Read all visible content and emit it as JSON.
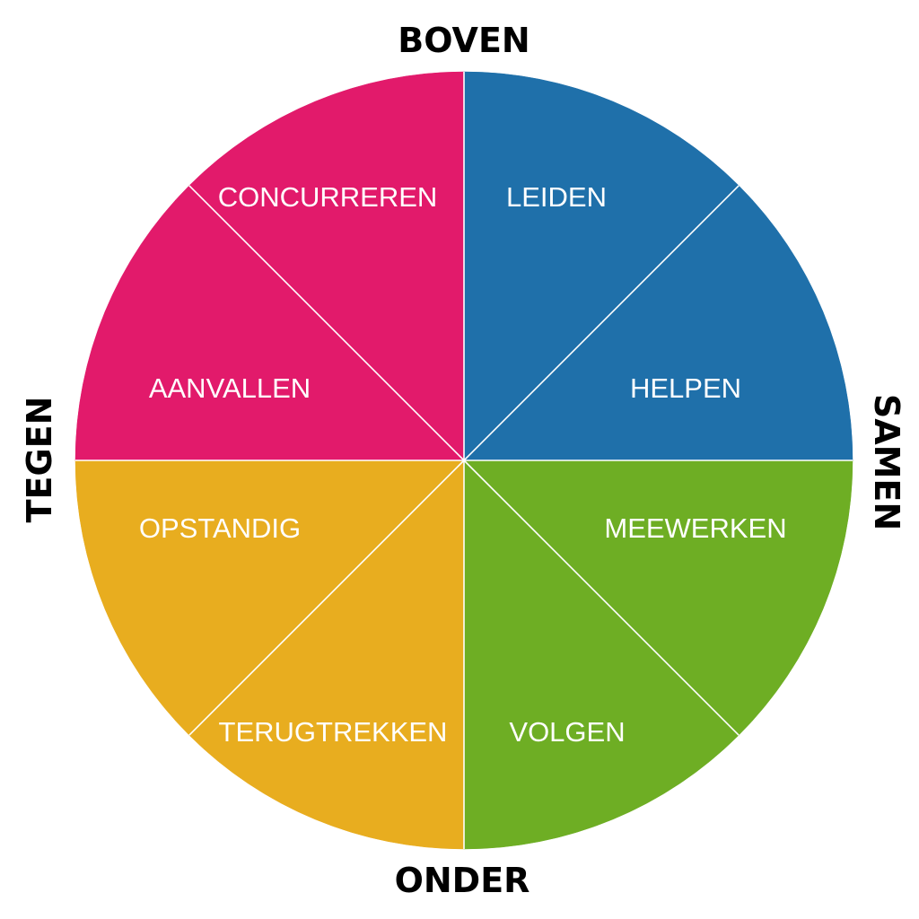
{
  "axes": {
    "top": "BOVEN",
    "bottom": "ONDER",
    "left": "TEGEN",
    "right": "SAMEN"
  },
  "segments": [
    {
      "label": "LEIDEN",
      "color": "#1F70AA"
    },
    {
      "label": "HELPEN",
      "color": "#1F70AA"
    },
    {
      "label": "MEEWERKEN",
      "color": "#6EAE24"
    },
    {
      "label": "VOLGEN",
      "color": "#6EAE24"
    },
    {
      "label": "TERUGTREKKEN",
      "color": "#E8AD1F"
    },
    {
      "label": "OPSTANDIG",
      "color": "#E8AD1F"
    },
    {
      "label": "AANVALLEN",
      "color": "#E21A6B"
    },
    {
      "label": "CONCURREREN",
      "color": "#E21A6B"
    }
  ],
  "colors": {
    "divider": "#ffffff",
    "axis_text": "#000000",
    "segment_text": "#ffffff"
  }
}
